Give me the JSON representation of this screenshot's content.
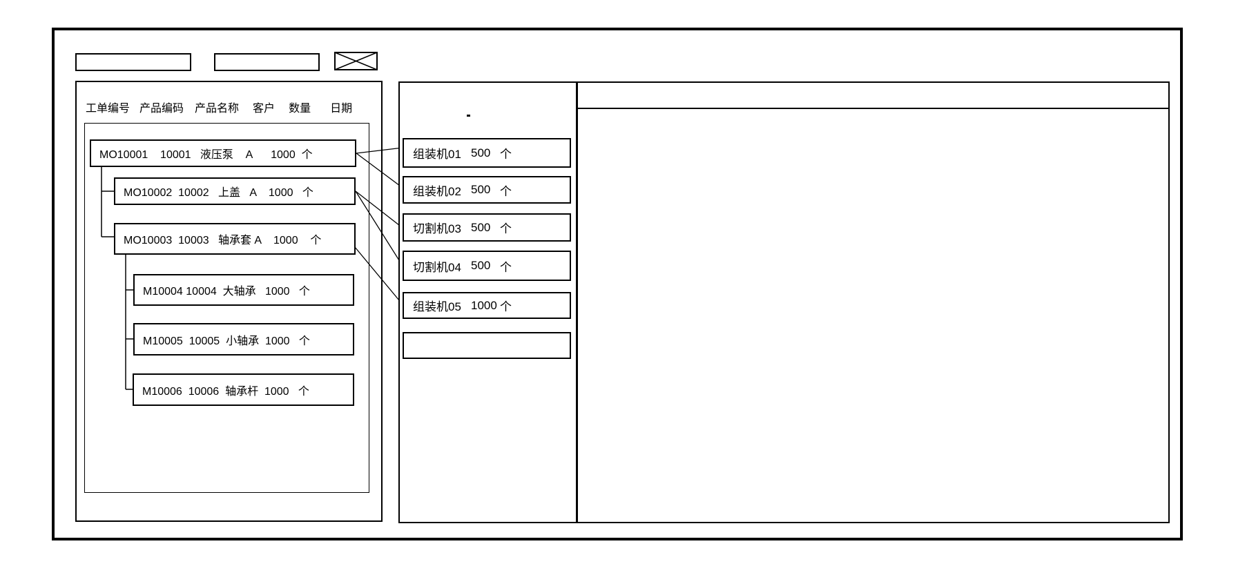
{
  "colors": {
    "line": "#000000",
    "background": "#ffffff"
  },
  "toolbar": {
    "field1": {
      "value": "",
      "placeholder": ""
    },
    "field2": {
      "value": "",
      "placeholder": ""
    },
    "image_placeholder_icon": "x-crossed-box"
  },
  "work_orders": {
    "columns": [
      "工单编号",
      "产品编码",
      "产品名称",
      "客户",
      "数量",
      "日期"
    ],
    "rows": [
      {
        "id": "MO10001",
        "product_code": "10001",
        "product_name": "液压泵",
        "customer": "A",
        "qty": "1000",
        "unit": "个",
        "indent": 0,
        "display": "MO10001    10001   液压泵    A      1000  个"
      },
      {
        "id": "MO10002",
        "product_code": "10002",
        "product_name": "上盖",
        "customer": "A",
        "qty": "1000",
        "unit": "个",
        "indent": 1,
        "display": "MO10002  10002   上盖   A    1000   个"
      },
      {
        "id": "MO10003",
        "product_code": "10003",
        "product_name": "轴承套",
        "customer": "A",
        "qty": "1000",
        "unit": "个",
        "indent": 1,
        "display": "MO10003  10003   轴承套 A    1000    个"
      },
      {
        "id": "M10004",
        "product_code": "10004",
        "product_name": "大轴承",
        "customer": "",
        "qty": "1000",
        "unit": "个",
        "indent": 2,
        "display": "M10004 10004  大轴承   1000   个"
      },
      {
        "id": "M10005",
        "product_code": "10005",
        "product_name": "小轴承",
        "customer": "",
        "qty": "1000",
        "unit": "个",
        "indent": 2,
        "display": "M10005  10005  小轴承  1000   个"
      },
      {
        "id": "M10006",
        "product_code": "10006",
        "product_name": "轴承杆",
        "customer": "",
        "qty": "1000",
        "unit": "个",
        "indent": 2,
        "display": "M10006  10006  轴承杆  1000   个"
      }
    ]
  },
  "machines": {
    "items": [
      {
        "name": "组装机01",
        "qty": "500",
        "unit": "个"
      },
      {
        "name": "组装机02",
        "qty": "500",
        "unit": "个"
      },
      {
        "name": "切割机03",
        "qty": "500",
        "unit": "个"
      },
      {
        "name": "切割机04",
        "qty": "500",
        "unit": "个"
      },
      {
        "name": "组装机05",
        "qty": "1000",
        "unit": "个"
      },
      {
        "name": "",
        "qty": "",
        "unit": ""
      }
    ]
  },
  "assignments": [
    {
      "from": "MO10001",
      "to": [
        "组装机01",
        "组装机02"
      ]
    },
    {
      "from": "MO10002",
      "to": [
        "切割机03",
        "切割机04"
      ]
    },
    {
      "from": "MO10003",
      "to": [
        "组装机05"
      ]
    }
  ],
  "right_panel": {
    "content": ""
  }
}
